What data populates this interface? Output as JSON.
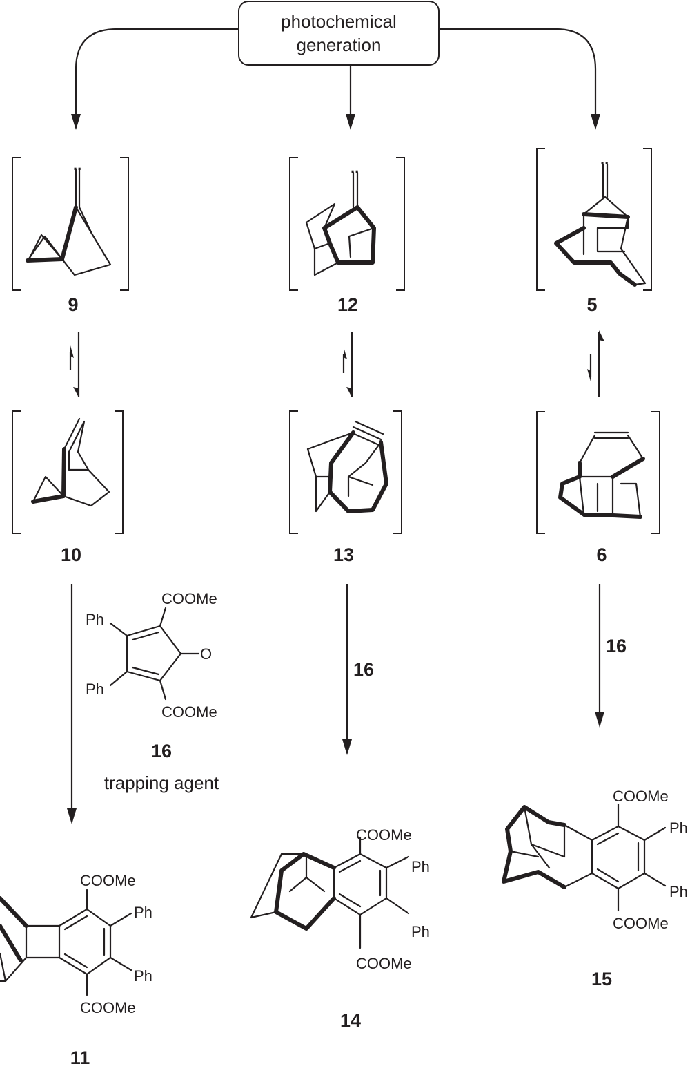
{
  "header": {
    "line1": "photochemical",
    "line2": "generation"
  },
  "compounds": {
    "c9": "9",
    "c12": "12",
    "c5": "5",
    "c10": "10",
    "c13": "13",
    "c6": "6",
    "c11": "11",
    "c14": "14",
    "c15": "15",
    "c16": "16"
  },
  "reagent": {
    "label": "16",
    "caption": "trapping agent",
    "ester": "COOMe",
    "phenyl": "Ph",
    "oxygen": "O"
  },
  "arrow_labels": {
    "middle": "16",
    "right": "16"
  },
  "substituents": {
    "ester": "COOMe",
    "phenyl": "Ph"
  },
  "carbene_dots": ".."
}
